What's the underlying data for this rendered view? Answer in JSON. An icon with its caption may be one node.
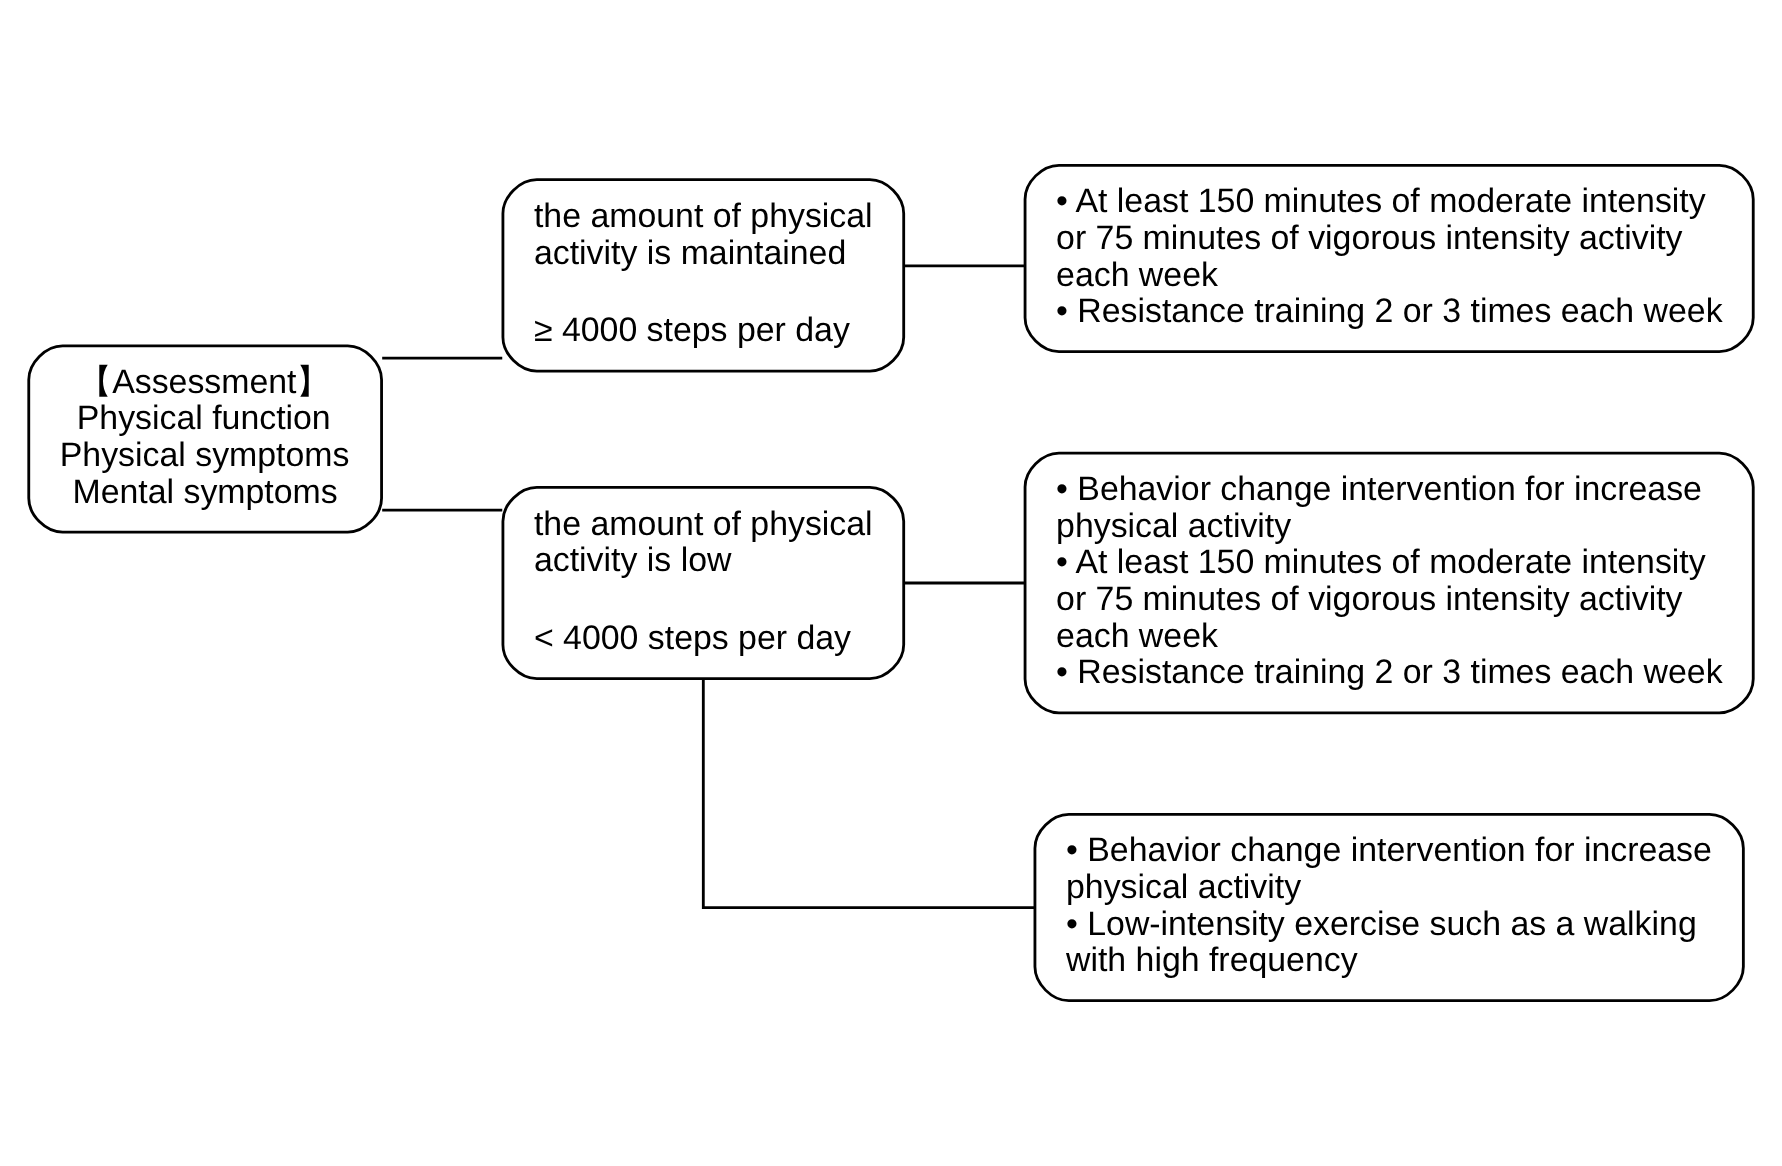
{
  "diagram": {
    "nodes": [
      {
        "text": [
          "【Assessment】",
          "Physical function",
          "Physical symptoms",
          "Mental symptoms"
        ]
      },
      {
        "text": [
          "the amount of physical activity is maintained",
          "≥ 4000 steps per day"
        ]
      },
      {
        "text": [
          "• At least 150 minutes of moderate intensity or 75 minutes of vigorous intensity activity each week",
          "• Resistance training 2 or 3 times each week"
        ]
      },
      {
        "text": [
          "the amount of physical activity is low",
          "< 4000 steps per day"
        ]
      },
      {
        "text": [
          "• Behavior change intervention for increase physical activity",
          "• At least 150 minutes of moderate intensity or 75 minutes of vigorous intensity activity each week",
          "• Resistance training 2 or 3 times each week"
        ]
      },
      {
        "text": [
          "• Behavior change intervention for increase physical activity",
          "• Low-intensity exercise such as a walking with high frequency"
        ]
      }
    ],
    "edges": [
      {
        "from": 0,
        "to": 1,
        "arrow": "none"
      },
      {
        "from": 0,
        "to": 3,
        "arrow": "none"
      },
      {
        "from": 1,
        "to": 2,
        "arrow": "none"
      },
      {
        "from": 3,
        "to": 4,
        "arrow": "none"
      },
      {
        "from": 3,
        "to": 5,
        "arrow": "none"
      }
    ]
  }
}
